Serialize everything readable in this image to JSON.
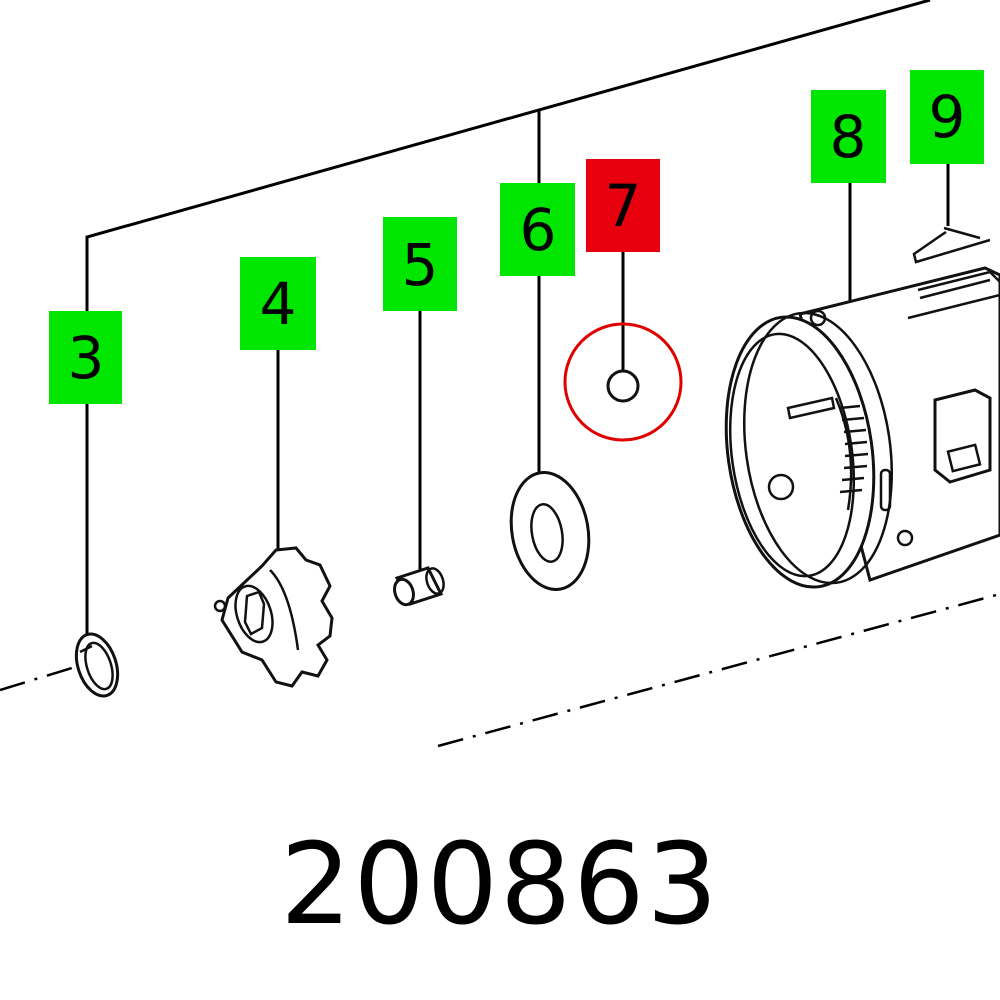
{
  "part_number": "200863",
  "callouts": [
    {
      "label": "3",
      "status": "normal"
    },
    {
      "label": "4",
      "status": "normal"
    },
    {
      "label": "5",
      "status": "normal"
    },
    {
      "label": "6",
      "status": "normal"
    },
    {
      "label": "7",
      "status": "selected"
    },
    {
      "label": "8",
      "status": "normal"
    },
    {
      "label": "9",
      "status": "normal"
    }
  ],
  "colors": {
    "callout_normal": "#00e600",
    "callout_selected": "#e8000f",
    "highlight_circle": "#e00000",
    "line": "#000000"
  }
}
